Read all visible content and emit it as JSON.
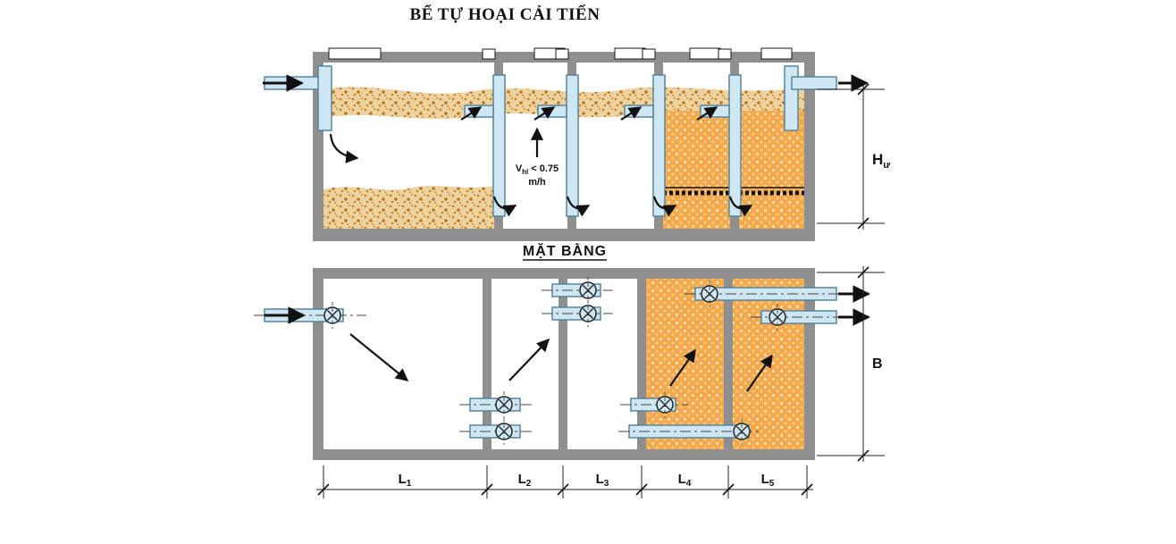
{
  "title": "BỂ TỰ HOẠI CẢI TIẾN",
  "section": {
    "velocity": {
      "symbol": "V",
      "subscript": "hl",
      "condition": "< 0.75",
      "unit": "m/h"
    },
    "height_dim": {
      "main": "H",
      "sub": "ư"
    }
  },
  "plan": {
    "label": "MẶT BẰNG",
    "width_dim": "B",
    "lengths": [
      {
        "main": "L",
        "sub": "1"
      },
      {
        "main": "L",
        "sub": "2"
      },
      {
        "main": "L",
        "sub": "3"
      },
      {
        "main": "L",
        "sub": "4"
      },
      {
        "main": "L",
        "sub": "5"
      }
    ]
  },
  "colors": {
    "wall_gray": "#8f8f8f",
    "pipe_fill": "#cfe7f3",
    "pipe_stroke": "#57869e",
    "scum_base": "#eed3a0",
    "scum_speckle": "#c8872c",
    "filter_media_orange": "#f3a84c",
    "arrow_black": "#111111"
  }
}
